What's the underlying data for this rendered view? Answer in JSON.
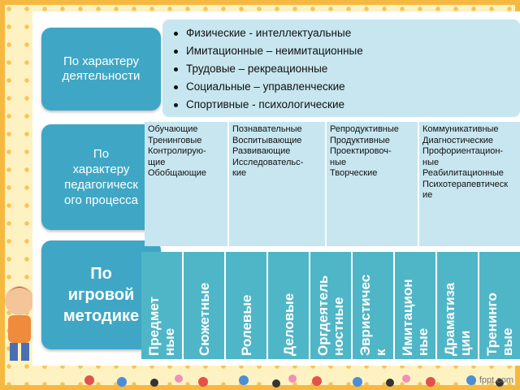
{
  "cards": {
    "activity": [
      "По характеру",
      "деятельности"
    ],
    "pedagogical": [
      "По",
      "характеру",
      "педагогическ",
      "ого процесса"
    ],
    "game": [
      "По",
      "игровой",
      "методике"
    ]
  },
  "activity_types": [
    "Физические - интеллектуальные",
    "Имитационные – неимитационные",
    "Трудовые – рекреационные",
    "Социальные – управленческие",
    "Спортивные - психологические"
  ],
  "pedagogical_columns": [
    [
      "Обучающие",
      "Тренинговые",
      "Контролирую-",
      "щие",
      "Обобщающие"
    ],
    [
      "Познавательные",
      "Воспитывающие",
      "Развивающие",
      "Исследовательс-",
      "кие"
    ],
    [
      "Репродуктивные",
      "Продуктивные",
      "Проектировоч-",
      "ные",
      "Творческие"
    ],
    [
      "Коммуникативные",
      "Диагностические",
      "Профориентацион-",
      "ные",
      "Реабилитационные",
      "Психотерапевтическ",
      "ие"
    ]
  ],
  "game_methods": [
    [
      "Предмет",
      "ные"
    ],
    [
      "Сюжетные"
    ],
    [
      "Ролевые"
    ],
    [
      "Деловые"
    ],
    [
      "Оргдеятель",
      "ностные"
    ],
    [
      "Эвристичес",
      "к"
    ],
    [
      "Имитацион",
      "ные"
    ],
    [
      "Драматиза",
      "ции"
    ],
    [
      "Тренинго",
      "вые"
    ]
  ],
  "watermark": "fppt.com",
  "colors": {
    "card": "#3fa7c5",
    "panel": "#c7e6f0",
    "method": "#4fb6c7",
    "frame": "#f5b840"
  }
}
